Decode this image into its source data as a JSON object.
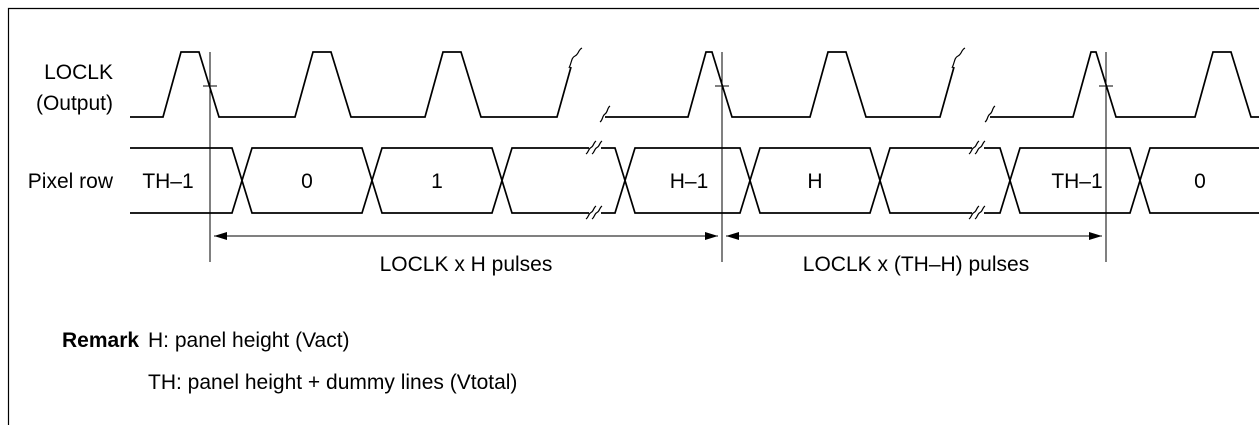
{
  "signals": {
    "loclk": {
      "name": "LOCLK",
      "direction": "(Output)"
    },
    "pixel_row": {
      "name": "Pixel row",
      "cells": [
        "TH–1",
        "0",
        "1",
        "H–1",
        "H",
        "TH–1",
        "0"
      ]
    }
  },
  "spans": [
    {
      "label": "LOCLK x H pulses"
    },
    {
      "label": "LOCLK x (TH–H) pulses"
    }
  ],
  "remark": {
    "heading": "Remark",
    "lines": [
      "H: panel height (Vact)",
      "TH: panel height + dummy lines (Vtotal)"
    ]
  },
  "colors": {
    "line": "#000000",
    "background": "#ffffff"
  }
}
